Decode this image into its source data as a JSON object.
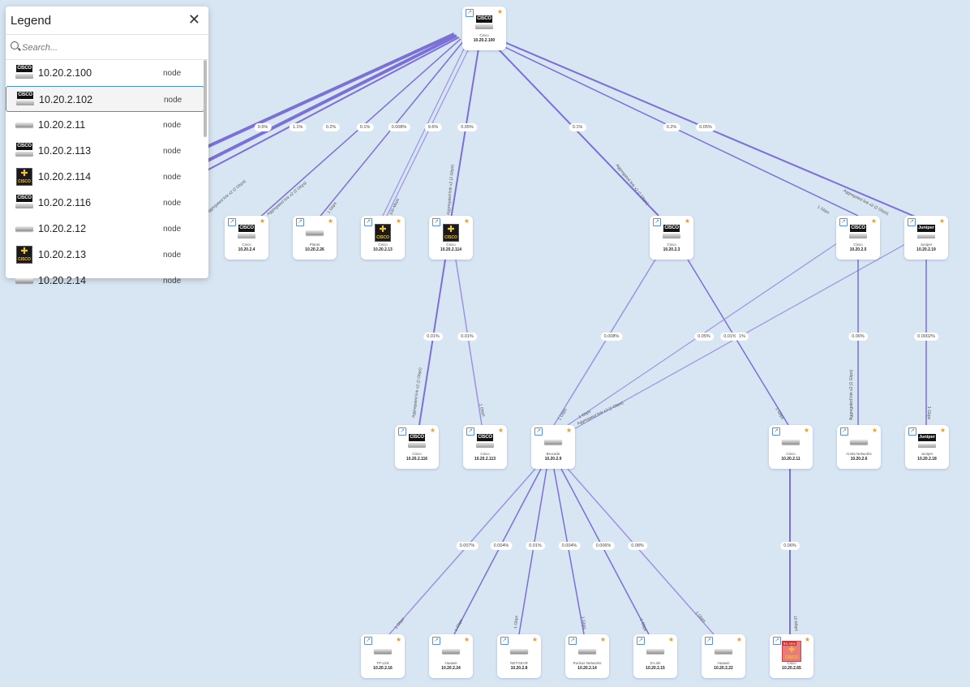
{
  "legend": {
    "title": "Legend",
    "close_icon": "close-icon",
    "search_placeholder": "Search...",
    "items": [
      {
        "name": "10.20.2.100",
        "type": "node",
        "icon": "cisco-switch-icon"
      },
      {
        "name": "10.20.2.102",
        "type": "node",
        "icon": "cisco-switch-icon",
        "selected": true
      },
      {
        "name": "10.20.2.11",
        "type": "node",
        "icon": "switch-icon"
      },
      {
        "name": "10.20.2.113",
        "type": "node",
        "icon": "cisco-switch-icon"
      },
      {
        "name": "10.20.2.114",
        "type": "node",
        "icon": "cisco-router-icon"
      },
      {
        "name": "10.20.2.116",
        "type": "node",
        "icon": "cisco-switch-icon"
      },
      {
        "name": "10.20.2.12",
        "type": "node",
        "icon": "switch-icon"
      },
      {
        "name": "10.20.2.13",
        "type": "node",
        "icon": "cisco-router-icon"
      },
      {
        "name": "10.20.2.14",
        "type": "node",
        "icon": "switch-icon"
      }
    ]
  },
  "nodes": [
    {
      "id": "n100",
      "vendor": "Cisco",
      "address": "10.20.2.100",
      "icon": "cisco-switch-icon"
    },
    {
      "id": "n4",
      "vendor": "Cisco",
      "address": "10.20.2.4",
      "icon": "cisco-switch-icon"
    },
    {
      "id": "n26",
      "vendor": "Planet",
      "address": "10.20.2.26",
      "icon": "switch-icon"
    },
    {
      "id": "n13",
      "vendor": "Cisco",
      "address": "10.20.2.13",
      "icon": "cisco-router-icon"
    },
    {
      "id": "n114",
      "vendor": "Cisco",
      "address": "10.20.2.114",
      "icon": "cisco-router-icon"
    },
    {
      "id": "n3",
      "vendor": "Cisco",
      "address": "10.20.2.3",
      "icon": "cisco-switch-icon"
    },
    {
      "id": "n5",
      "vendor": "Cisco",
      "address": "10.20.2.5",
      "icon": "cisco-switch-icon"
    },
    {
      "id": "n19",
      "vendor": "Juniper",
      "address": "10.20.2.19",
      "icon": "juniper-switch-icon"
    },
    {
      "id": "n116",
      "vendor": "Cisco",
      "address": "10.20.2.116",
      "icon": "cisco-switch-icon"
    },
    {
      "id": "n113",
      "vendor": "Cisco",
      "address": "10.20.2.113",
      "icon": "cisco-switch-icon"
    },
    {
      "id": "n9",
      "vendor": "Brocade",
      "address": "10.20.2.9",
      "icon": "switch-icon"
    },
    {
      "id": "n11",
      "vendor": "Cisco",
      "address": "10.20.2.11",
      "icon": "switch-icon"
    },
    {
      "id": "n6",
      "vendor": "Arista Networks",
      "address": "10.20.2.6",
      "icon": "switch-icon"
    },
    {
      "id": "n18",
      "vendor": "Juniper",
      "address": "10.20.2.18",
      "icon": "juniper-switch-icon"
    },
    {
      "id": "n16",
      "vendor": "TP-Link",
      "address": "10.20.2.16",
      "icon": "switch-icon"
    },
    {
      "id": "n24",
      "vendor": "Huawei",
      "address": "10.20.2.24",
      "icon": "switch-icon"
    },
    {
      "id": "n8",
      "vendor": "NETGEAR",
      "address": "10.20.2.8",
      "icon": "switch-icon"
    },
    {
      "id": "n14",
      "vendor": "Ruckus Networks",
      "address": "10.20.2.14",
      "icon": "switch-icon"
    },
    {
      "id": "n15",
      "vendor": "D-Link",
      "address": "10.20.2.15",
      "icon": "switch-icon"
    },
    {
      "id": "n22",
      "vendor": "Huawei",
      "address": "10.20.2.22",
      "icon": "switch-icon"
    },
    {
      "id": "n65",
      "vendor": "Cisco",
      "address": "10.20.2.65",
      "icon": "cisco-router-alert-icon",
      "badge": "94.4ms"
    }
  ],
  "utilization_labels": [
    "0.5%",
    "1.1%",
    "0.2%",
    "0.1%",
    "0.008%",
    "9.6%",
    "0.05%",
    "0.1%",
    "0.2%",
    "0.05%",
    "0.01%",
    "0.01%",
    "0.008%",
    "0.05%",
    "0.01%",
    "1%",
    "0.06%",
    "0.0002%",
    "0.007%",
    "0.004%",
    "0.01%",
    "0.004%",
    "0.006%",
    "0.08%",
    "0.06%"
  ],
  "link_labels": [
    "Aggregated link x2 (2 Gbps)",
    "Aggregated link x2 (2 Gbps)",
    "1 Gbps",
    "100 Mbps",
    "Aggregated link x2 (2 Gbps)",
    "Aggregated link x2 (2 Gbps)",
    "1 Gbps",
    "Aggregated link x2 (2 Gbps)",
    "Aggregated link x2 (2 Gbps)",
    "1 Gbps",
    "1 Gbps",
    "Aggregated link x2 (1 Gbps)",
    "1 Gbps",
    "Aggregated link x2 (1 Gbps)",
    "1 Gbps",
    "1 Gbps",
    "1 Gbps",
    "1 Gbps",
    "1 Gbps",
    "1 Gbps",
    "1 Gbps",
    "10 Mbps",
    "1 Gbps"
  ],
  "colors": {
    "background": "#d8e6f4",
    "link": "#7b6fd8",
    "link_light": "#9b92e4",
    "star": "#f29b1d",
    "selected_border": "#4a8ed8"
  }
}
